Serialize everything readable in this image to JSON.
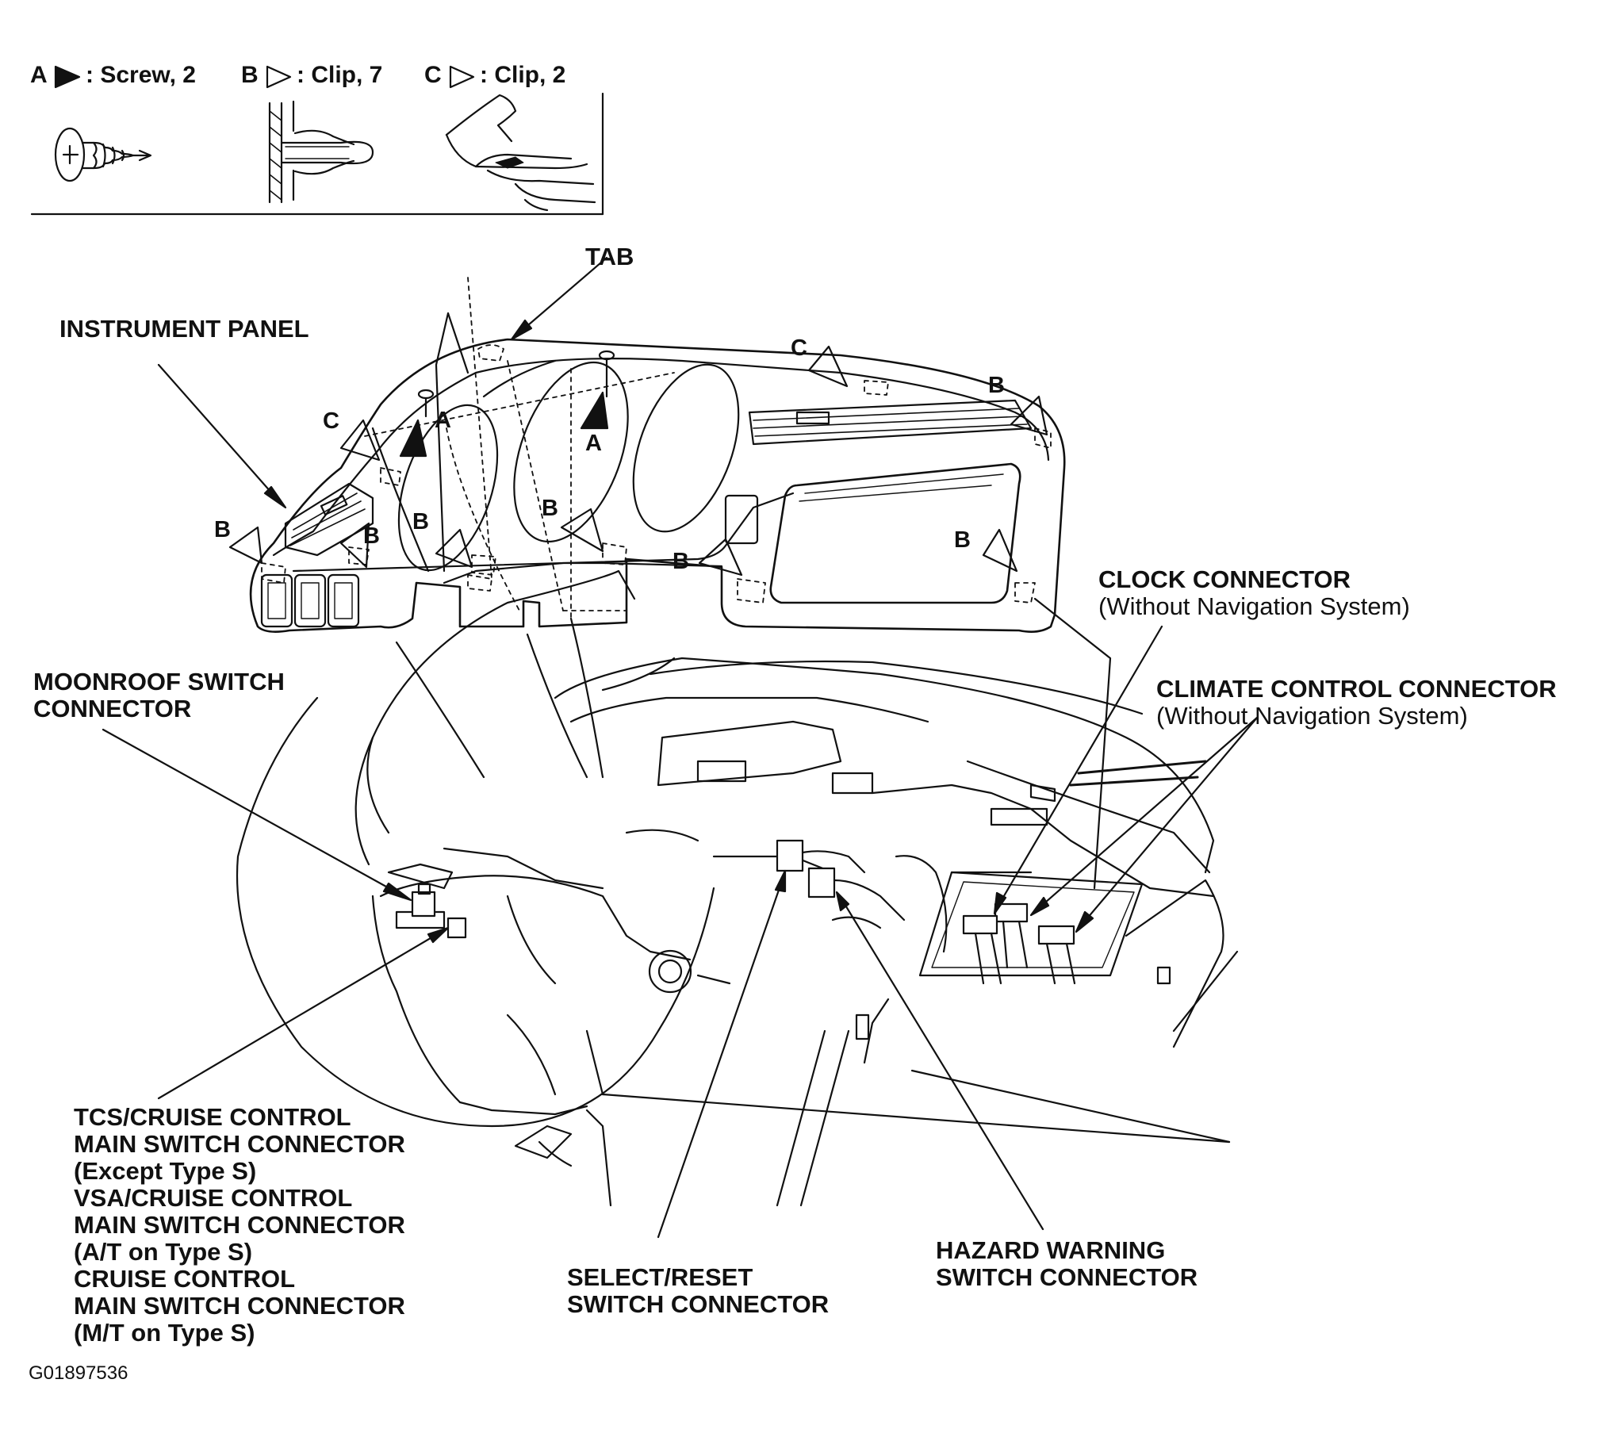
{
  "legend": {
    "items": [
      {
        "letter": "A",
        "text": ": Screw, 2"
      },
      {
        "letter": "B",
        "text": ": Clip, 7"
      },
      {
        "letter": "C",
        "text": ": Clip, 2"
      }
    ]
  },
  "labels": {
    "tab": "TAB",
    "instrument_panel": "INSTRUMENT PANEL",
    "clock_connector": "CLOCK CONNECTOR",
    "clock_connector_note": "(Without Navigation System)",
    "climate_connector": "CLIMATE CONTROL CONNECTOR",
    "climate_connector_note": "(Without Navigation System)",
    "moonroof_line1": "MOONROOF SWITCH",
    "moonroof_line2": "CONNECTOR",
    "tcs_lines": [
      "TCS/CRUISE CONTROL",
      "MAIN SWITCH CONNECTOR",
      "(Except Type S)",
      "VSA/CRUISE CONTROL",
      "MAIN SWITCH CONNECTOR",
      "(A/T on Type S)",
      "CRUISE CONTROL",
      "MAIN SWITCH CONNECTOR",
      "(M/T on Type S)"
    ],
    "select_reset_line1": "SELECT/RESET",
    "select_reset_line2": "SWITCH CONNECTOR",
    "hazard_line1": "HAZARD WARNING",
    "hazard_line2": "SWITCH CONNECTOR"
  },
  "markers": {
    "a": "A",
    "b": "B",
    "c": "C"
  },
  "figure_id": "G01897536"
}
